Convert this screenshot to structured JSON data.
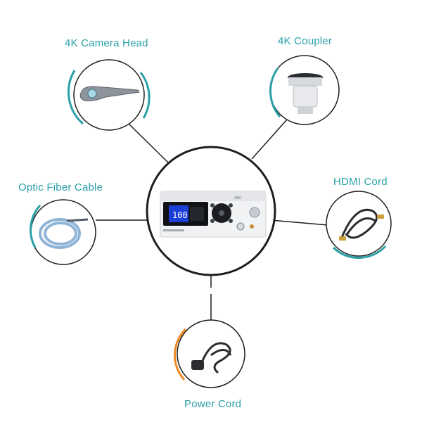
{
  "center": {
    "display_value": "100",
    "brand": "ABC"
  },
  "accessories": [
    {
      "id": "camera",
      "label": "4K Camera Head"
    },
    {
      "id": "coupler",
      "label": "4K Coupler"
    },
    {
      "id": "fiber",
      "label": "Optic Fiber Cable"
    },
    {
      "id": "hdmi",
      "label": "HDMI Cord"
    },
    {
      "id": "power",
      "label": "Power Cord"
    }
  ],
  "colors": {
    "accent_teal": "#2a9fa7",
    "accent_orange": "#f08a24",
    "outline": "#1e1e1e",
    "screen_blue": "#1b3fd6"
  }
}
